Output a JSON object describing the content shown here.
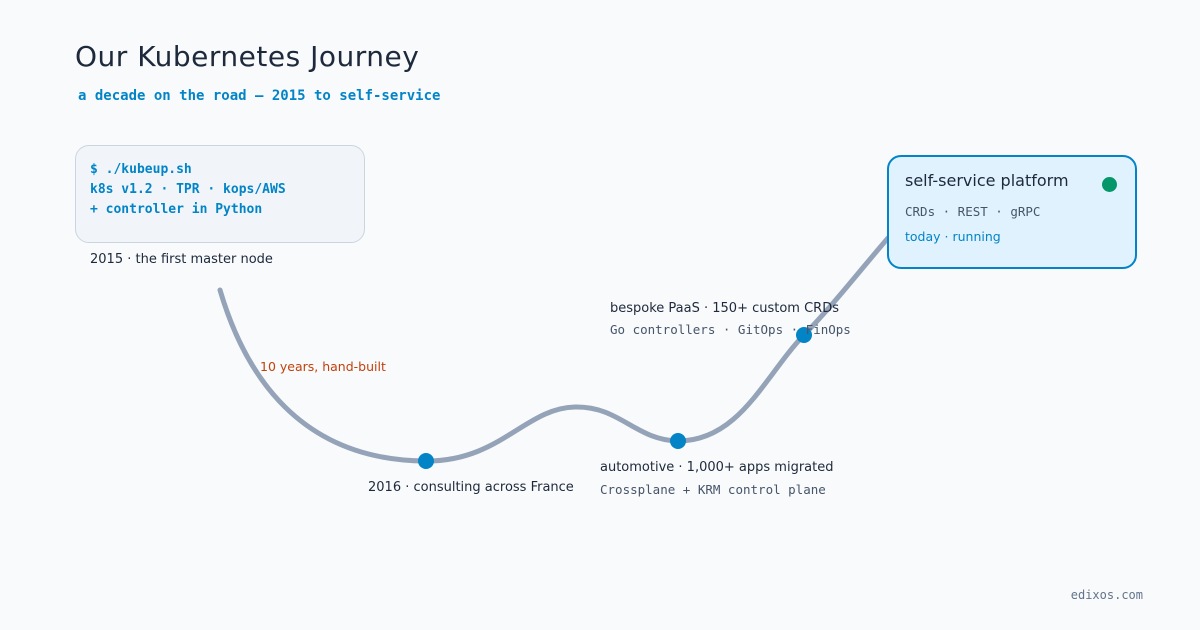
{
  "header": {
    "title": "Our Kubernetes Journey",
    "subtitle": "a decade on the road — 2015 to self-service"
  },
  "start_box": {
    "lines": [
      "$ ./kubeup.sh",
      "k8s v1.2 · TPR · kops/AWS",
      "+ controller in Python"
    ],
    "caption": "2015 · the first master node"
  },
  "annotation": "10 years, hand-built",
  "milestones": [
    {
      "title": "2016 · consulting across France",
      "detail": ""
    },
    {
      "title": "automotive · 1,000+ apps migrated",
      "detail": "Crossplane + KRM control plane"
    },
    {
      "title": "bespoke PaaS · 150+ custom CRDs",
      "detail": "Go controllers · GitOps · FinOps"
    }
  ],
  "end_box": {
    "title": "self-service platform",
    "tags": "CRDs · REST · gRPC",
    "status": "today · running",
    "status_color": "#059669"
  },
  "footer": "edixos.com",
  "colors": {
    "curve": "#94a3b8",
    "milestone_dot": "#0284c7",
    "accent": "#0284c7",
    "annotation": "#c2410c"
  }
}
